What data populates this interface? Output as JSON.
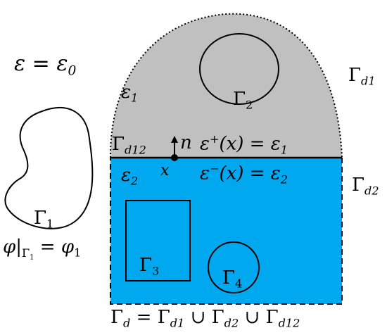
{
  "colors": {
    "upper_region": "#c0c0c0",
    "lower_region": "#00a8ef",
    "stroke": "#000000"
  },
  "labels": {
    "outer_permittivity": {
      "lhs": "ε",
      "rhs": "ε",
      "rhs_sub": "0"
    },
    "eps1_region": {
      "sym": "ε",
      "sub": "1"
    },
    "eps2_region": {
      "sym": "ε",
      "sub": "2"
    },
    "gamma_d1": {
      "sym": "Γ",
      "sub": "d1"
    },
    "gamma_d2": {
      "sym": "Γ",
      "sub": "d2"
    },
    "gamma_d12": {
      "sym": "Γ",
      "sub": "d12"
    },
    "gamma_1": {
      "sym": "Γ",
      "sub": "1"
    },
    "gamma_2": {
      "sym": "Γ",
      "sub": "2"
    },
    "gamma_3": {
      "sym": "Γ",
      "sub": "3"
    },
    "gamma_4": {
      "sym": "Γ",
      "sub": "4"
    },
    "normal": "n",
    "point": "x",
    "eps_plus": {
      "sym": "ε",
      "sup": "+",
      "arg": "(x)",
      "rhs": "ε",
      "rhs_sub": "1"
    },
    "eps_minus": {
      "sym": "ε",
      "sup": "−",
      "arg": "(x)",
      "rhs": "ε",
      "rhs_sub": "2"
    },
    "boundary_condition": {
      "phi": "φ",
      "bar": "|",
      "gamma": "Γ",
      "gamma_sub": "1",
      "rhs": "φ",
      "rhs_sub": "1"
    },
    "gamma_d_union": {
      "lhs": "Γ",
      "lhs_sub": "d",
      "t1": "Γ",
      "t1_sub": "d1",
      "t2": "Γ",
      "t2_sub": "d2",
      "t3": "Γ",
      "t3_sub": "d12",
      "union": "∪"
    }
  }
}
